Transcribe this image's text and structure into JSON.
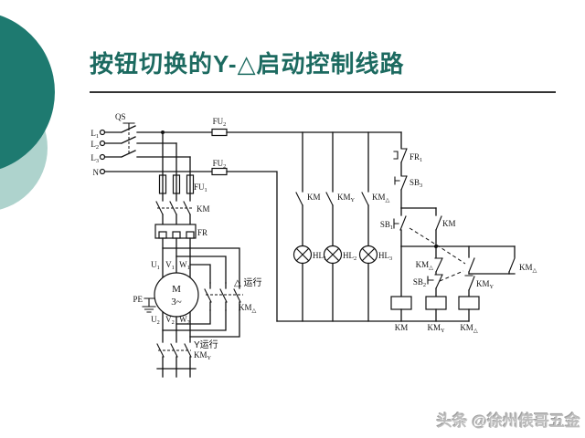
{
  "slide": {
    "title": "按钮切换的Y-△启动控制线路",
    "watermark": "头条 @徐州俵哥五金",
    "colors": {
      "title": "#1c6a60",
      "circle_dark": "#1e7a70",
      "circle_light": "#aed3cd",
      "line": "#111111",
      "watermark": "#bdbdbd"
    }
  },
  "circuit": {
    "supply": {
      "qs": "QS",
      "l1": "L1",
      "l2": "L2",
      "l3": "L3",
      "n": "N",
      "fu2_top": "FU2",
      "fu2_bottom": "FU2",
      "fu1": "FU1",
      "km": "KM",
      "fr": "FR"
    },
    "motor": {
      "m": "M",
      "phase": "3~",
      "u1": "U1",
      "v1": "V1",
      "w1": "W1",
      "u2": "U2",
      "v2": "V2",
      "w2": "W2",
      "pe": "PE"
    },
    "delta": {
      "run": "△ 运行",
      "km_delta": "KM△"
    },
    "star": {
      "run": "Y运行",
      "km_y": "KMY"
    },
    "lamps": {
      "km": "KM",
      "km_y": "KMY",
      "km_delta": "KM△",
      "hl1": "HL1",
      "hl2": "HL2",
      "hl3": "HL3"
    },
    "control": {
      "fr1": "FR1",
      "sb3": "SB3",
      "sb1": "SB1",
      "km_aux": "KM",
      "km_delta_nc": "KM△",
      "sb2": "SB2",
      "km_delta_hold": "KM△",
      "km_y_nc": "KMY"
    },
    "coils": {
      "km": "KM",
      "km_y": "KMY",
      "km_delta": "KM△"
    }
  }
}
